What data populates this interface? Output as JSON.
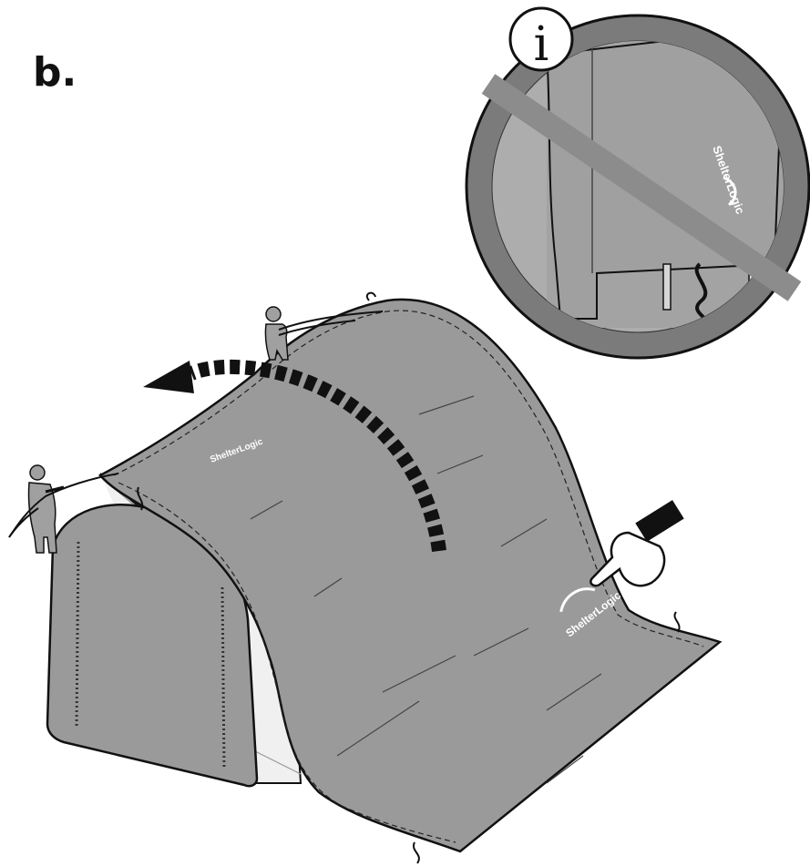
{
  "step": {
    "label": "b."
  },
  "info_badge": {
    "glyph": "i"
  },
  "brand": {
    "text": "ShelterLogic"
  },
  "colors": {
    "cover": "#9a9a9a",
    "cover_dark": "#8a8a8a",
    "outline": "#111111",
    "circle_ring": "#7b7b7b",
    "circle_bg": "#adadad",
    "no_bar": "#8c8c8c",
    "frame": "#e6e6e6",
    "arrow": "#111111"
  }
}
